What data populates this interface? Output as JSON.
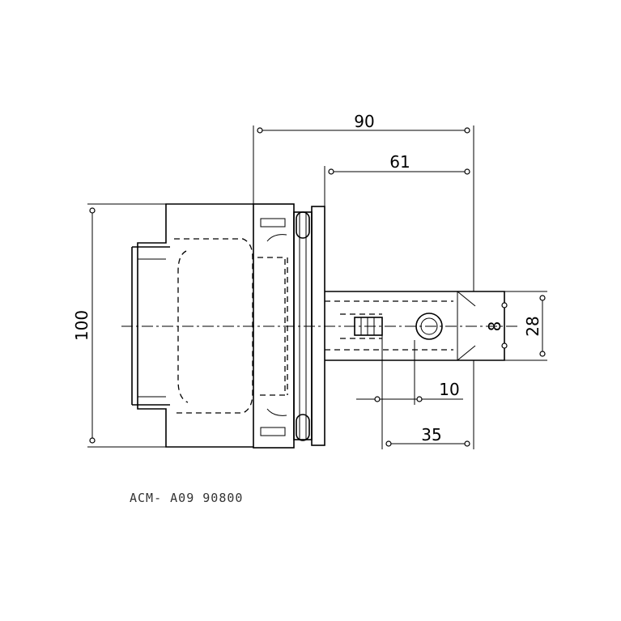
{
  "dimensions": {
    "overall_length": "90",
    "shank_length": "61",
    "flange_diameter": "100",
    "shank_diameter": "28",
    "bore_diameter": "8",
    "screw_offset": "10",
    "screw_distance": "35"
  },
  "caption": "ACM-  A09 90800"
}
